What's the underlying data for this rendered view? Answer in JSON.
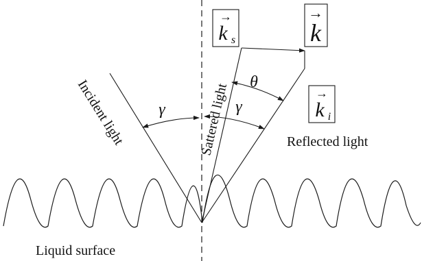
{
  "labels": {
    "incident": "Incident light",
    "scattered": "Sattered light",
    "reflected": "Reflected light",
    "surface": "Liquid surface",
    "gamma": "γ",
    "theta": "θ"
  },
  "vectors": {
    "ks": {
      "base": "k",
      "sub": "s"
    },
    "k": {
      "base": "k",
      "sub": ""
    },
    "ki": {
      "base": "k",
      "sub": "i"
    }
  },
  "arrow_glyph": "→",
  "colors": {
    "stroke": "#1a1a1a",
    "text": "#111111"
  }
}
